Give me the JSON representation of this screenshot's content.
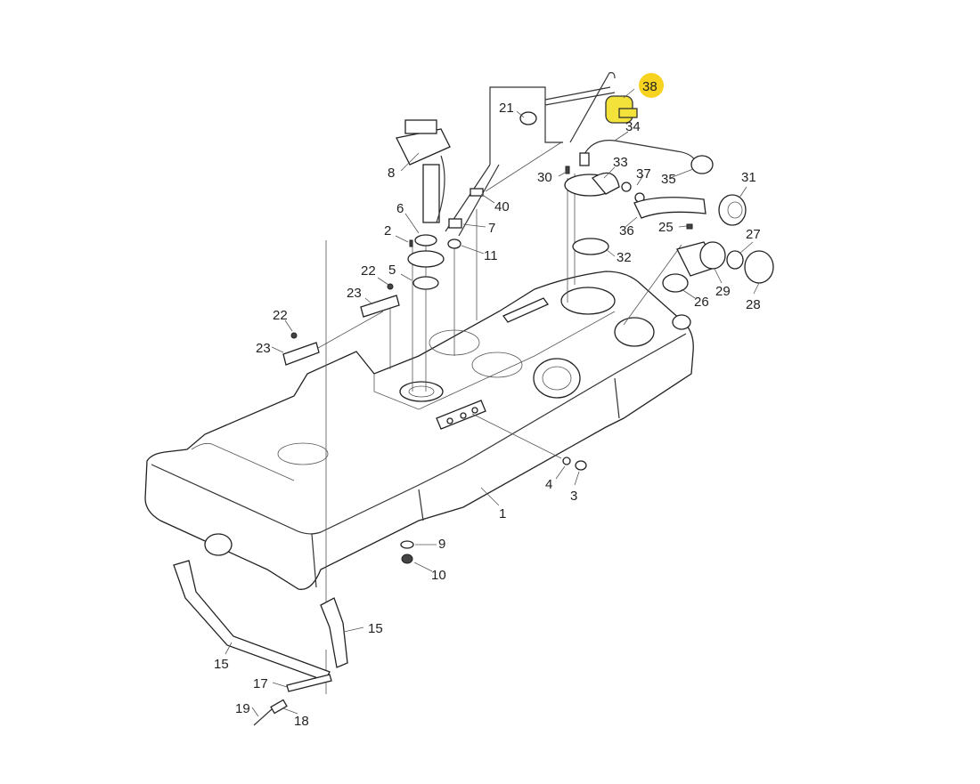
{
  "diagram": {
    "highlight_color": "#f7d21e",
    "highlighted_part": "38",
    "labels": {
      "p38": "38",
      "p21": "21",
      "p34": "34",
      "p8": "8",
      "p33": "33",
      "p37": "37",
      "p35": "35",
      "p31": "31",
      "p30": "30",
      "p40": "40",
      "p6": "6",
      "p7": "7",
      "p36": "36",
      "p25": "25",
      "p27": "27",
      "p2": "2",
      "p11": "11",
      "p32": "32",
      "p22a": "22",
      "p5": "5",
      "p29": "29",
      "p26": "26",
      "p23a": "23",
      "p28": "28",
      "p22b": "22",
      "p23b": "23",
      "p4": "4",
      "p3": "3",
      "p1": "1",
      "p9": "9",
      "p10": "10",
      "p15a": "15",
      "p15b": "15",
      "p17": "17",
      "p19": "19",
      "p18": "18"
    }
  }
}
